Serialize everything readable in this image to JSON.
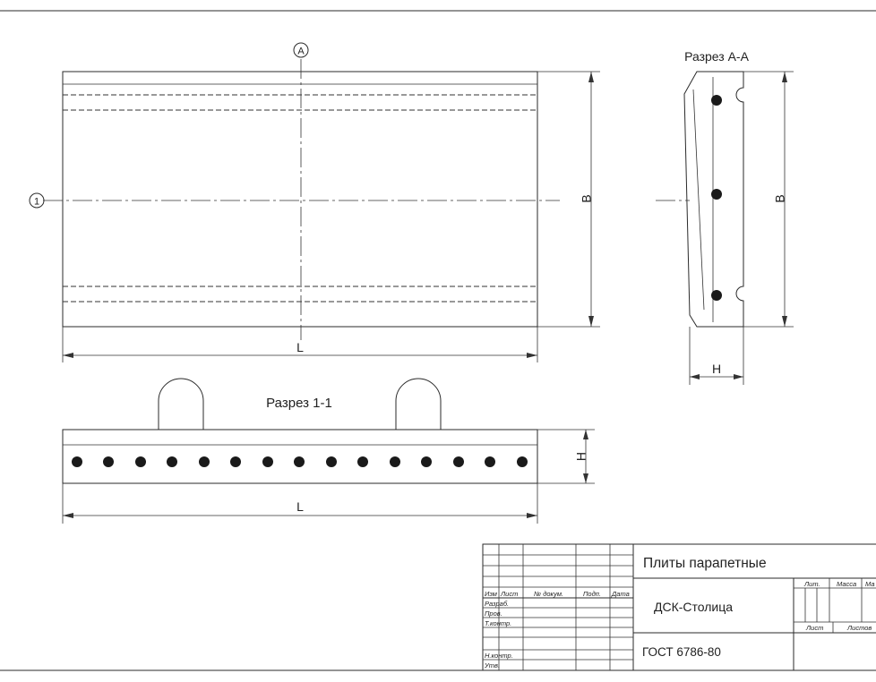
{
  "markers": {
    "axis_a": "A",
    "axis_1": "1"
  },
  "main_view": {
    "width_label": "B",
    "length_label": "L"
  },
  "section_aa": {
    "title": "Разрез А-А",
    "width_label": "B",
    "height_label": "H"
  },
  "section_11": {
    "title": "Разрез 1-1",
    "height_label": "H",
    "length_label": "L"
  },
  "title_block": {
    "product_name": "Плиты парапетные",
    "organization": "ДСК-Столица",
    "standard": "ГОСТ 6786-80",
    "columns": [
      "Изм",
      "Лист",
      "№ докум.",
      "Подп.",
      "Дата"
    ],
    "rows": [
      "Разраб.",
      "Пров.",
      "Т.контр.",
      "Н.контр.",
      "Утв."
    ],
    "lit": "Лит.",
    "mass": "Масса",
    "scale": "Ма",
    "sheet": "Лист",
    "sheets": "Листов"
  }
}
